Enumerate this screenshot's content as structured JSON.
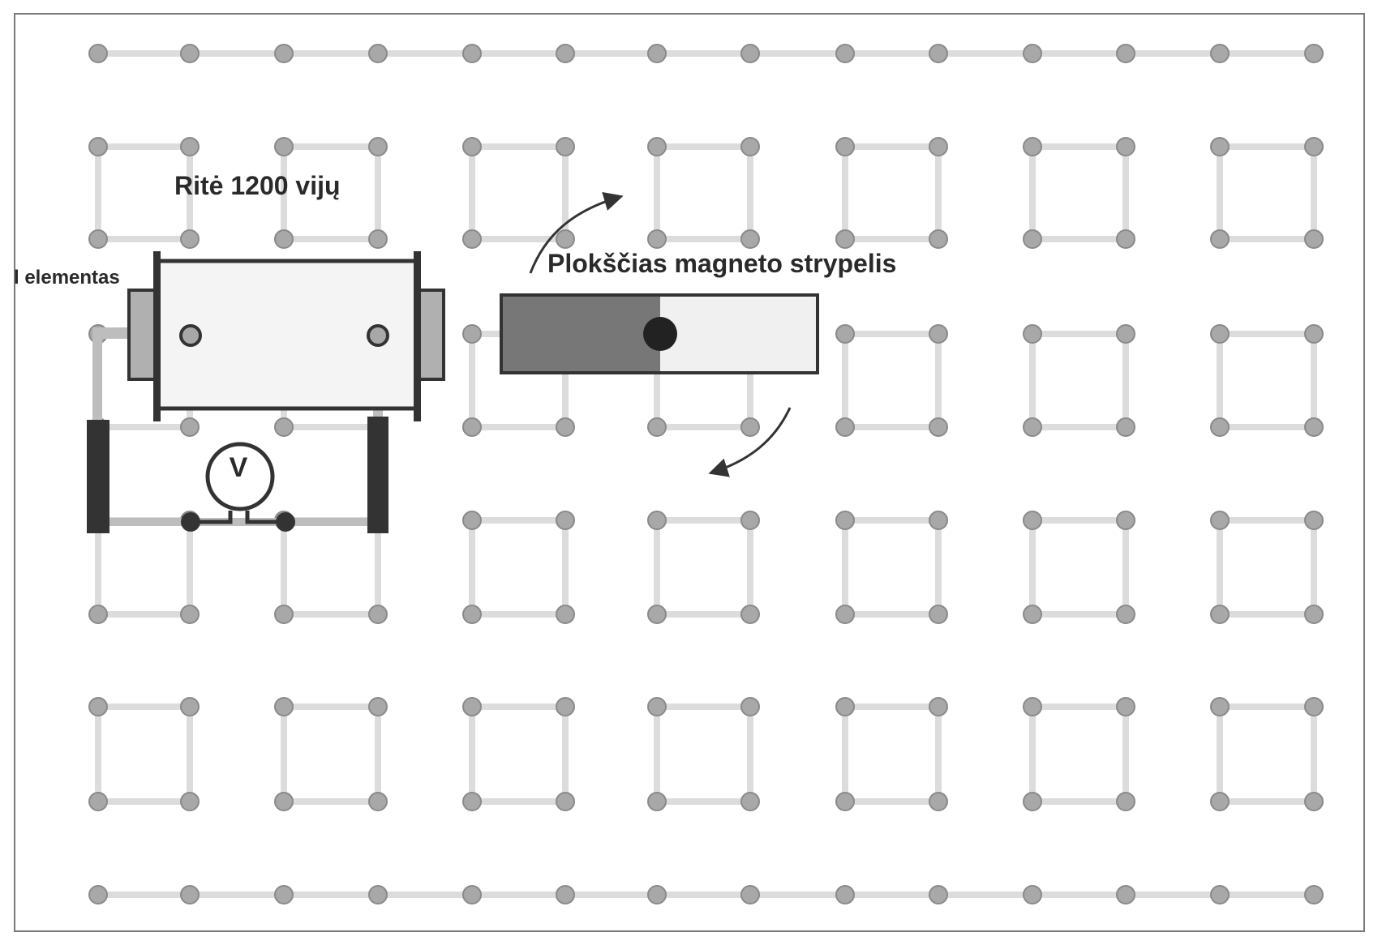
{
  "labels": {
    "coil": "Ritė 1200 vijų",
    "element": "l elementas",
    "magnet": "Plokščias magneto strypelis",
    "voltmeter": "V"
  },
  "colors": {
    "peg": "#a8a8a8",
    "peg_stroke": "#8a8a8a",
    "grid_line": "#dcdcdc",
    "frame": "#7a7a7a",
    "dark": "#333333",
    "magnet_dark": "#777777",
    "magnet_light": "#f0f0f0"
  },
  "icons": [
    "arrow-curved-icon",
    "voltmeter-icon",
    "magnet-bar-icon",
    "coil-icon"
  ]
}
